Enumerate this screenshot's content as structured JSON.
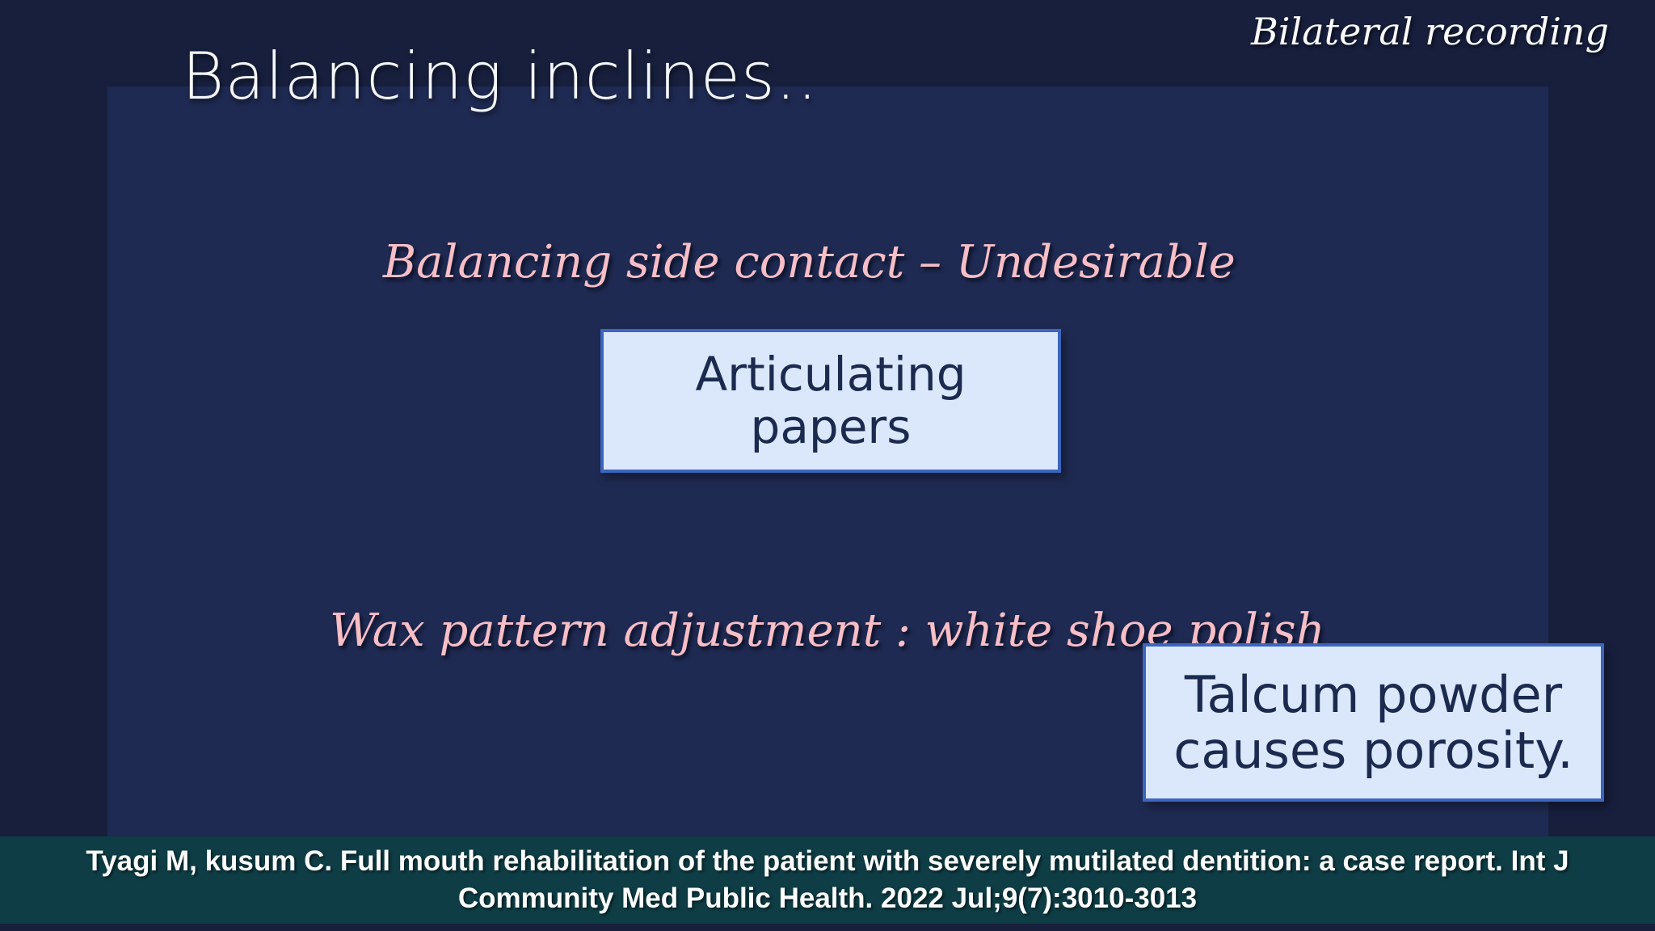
{
  "slide": {
    "badge": "Bilateral recording",
    "title": "Balancing inclines..",
    "subtitle_balancing": "Balancing side contact – Undesirable",
    "callout_articulating": "Articulating papers",
    "subtitle_wax": "Wax pattern adjustment : white shoe polish",
    "callout_talcum": "Talcum powder causes porosity.",
    "citation": {
      "line1": "Tyagi M, kusum C. Full mouth rehabilitation of the patient with severely mutilated dentition: a case report. Int J",
      "line2": "Community Med Public Health. 2022 Jul;9(7):3010-3013"
    },
    "colors": {
      "background": "#171f3d",
      "panel": "#1f2a52",
      "accent_pink": "#f7bec6",
      "callout_bg": "#dbe8fc",
      "callout_border": "#3c66bd",
      "callout_text": "#1b2a4e",
      "citation_bg": "#0e3d45",
      "title_text": "#f3f6fb"
    }
  }
}
